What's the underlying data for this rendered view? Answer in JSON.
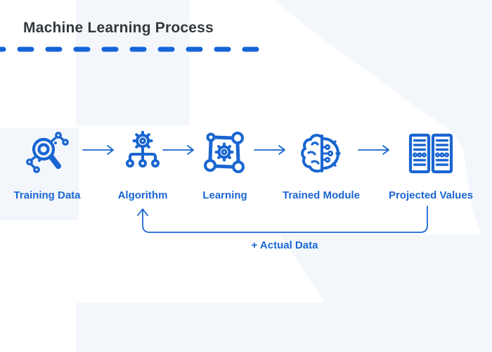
{
  "title": "Machine Learning Process",
  "steps": [
    {
      "label": "Training Data",
      "icon": "data-search-icon"
    },
    {
      "label": "Algorithm",
      "icon": "algorithm-gear-tree-icon"
    },
    {
      "label": "Learning",
      "icon": "learning-network-gear-icon"
    },
    {
      "label": "Trained Module",
      "icon": "brain-chip-icon"
    },
    {
      "label": "Projected Values",
      "icon": "server-stack-icon"
    }
  ],
  "feedback": {
    "label": "+ Actual Data"
  },
  "colors": {
    "accent": "#1A66D1",
    "dash": "#1565D8",
    "background_tint": "#F3F7FC",
    "title": "#33383D"
  }
}
